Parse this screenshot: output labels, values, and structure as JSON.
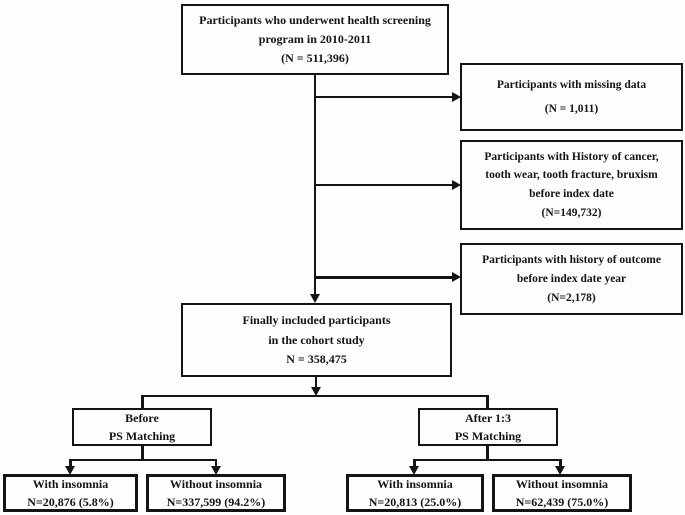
{
  "figure": {
    "background_color": "#fdfdfd",
    "line_color": "#141414",
    "text_color": "#141414"
  },
  "boxes": {
    "screening": {
      "lines": [
        "Participants who underwent health screening",
        "program in 2010-2011",
        "(N = 511,396)"
      ]
    },
    "missing": {
      "lines": [
        "Participants with missing data",
        "(N = 1,011)"
      ]
    },
    "history": {
      "lines": [
        "Participants with History of cancer,",
        "tooth wear, tooth fracture, bruxism",
        "before index date",
        "(N=149,732)"
      ]
    },
    "outcome": {
      "lines": [
        "Participants with history of outcome",
        "before index date year",
        "(N=2,178)"
      ]
    },
    "final": {
      "lines": [
        "Finally included participants",
        "in the cohort study",
        "N = 358,475"
      ]
    },
    "before_matching": {
      "lines": [
        "Before",
        "PS Matching"
      ]
    },
    "after_matching": {
      "lines": [
        "After 1:3",
        "PS Matching"
      ]
    },
    "before_with": {
      "lines": [
        "With insomnia",
        "N=20,876 (5.8%)"
      ]
    },
    "before_without": {
      "lines": [
        "Without insomnia",
        "N=337,599 (94.2%)"
      ]
    },
    "after_with": {
      "lines": [
        "With insomnia",
        "N=20,813 (25.0%)"
      ]
    },
    "after_without": {
      "lines": [
        "Without insomnia",
        "N=62,439 (75.0%)"
      ]
    }
  }
}
